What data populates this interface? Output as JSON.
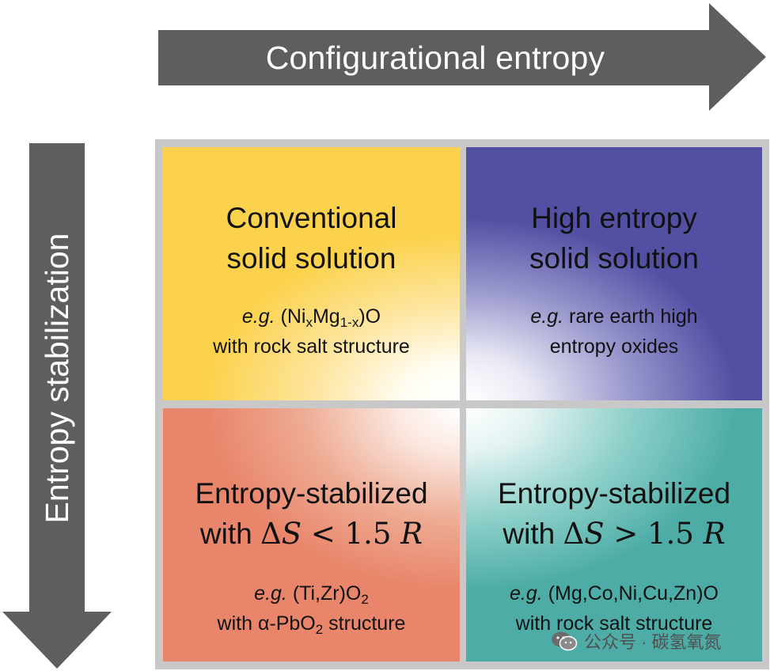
{
  "arrows": {
    "horizontal_label": "Configurational entropy",
    "vertical_label": "Entropy stabilization"
  },
  "cells": {
    "top_left": {
      "title_line1": "Conventional",
      "title_line2": "solid solution",
      "eg": "e.g.",
      "example_parts": [
        " (Ni",
        "x",
        "Mg",
        "1-x",
        ")O"
      ],
      "example_line2": "with rock salt structure",
      "color": "#fcd24c"
    },
    "top_right": {
      "title_line1": "High entropy",
      "title_line2": "solid solution",
      "eg": "e.g.",
      "example_line1": " rare earth high",
      "example_line2": "entropy oxides",
      "color": "#5350a4"
    },
    "bottom_left": {
      "title_line1": "Entropy-stabilized",
      "title_prefix": "with ",
      "delta": "Δ",
      "symbol_s": "S",
      "operator": " < ",
      "value": "1.5 ",
      "symbol_r": "R",
      "eg": "e.g.",
      "example_parts": [
        " (Ti,Zr)O",
        "2"
      ],
      "example_line2_parts": [
        "with α-PbO",
        "2",
        " structure"
      ],
      "color": "#e8856a"
    },
    "bottom_right": {
      "title_line1": "Entropy-stabilized",
      "title_prefix": "with ",
      "delta": "Δ",
      "symbol_s": "S",
      "operator": " > ",
      "value": "1.5 ",
      "symbol_r": "R",
      "eg": "e.g.",
      "example_line1": " (Mg,Co,Ni,Cu,Zn)O",
      "example_line2": "with rock salt structure",
      "color": "#4dada6"
    }
  },
  "watermark": {
    "text": "公众号 · 碳氢氧氮",
    "icon": "wechat-icon"
  }
}
